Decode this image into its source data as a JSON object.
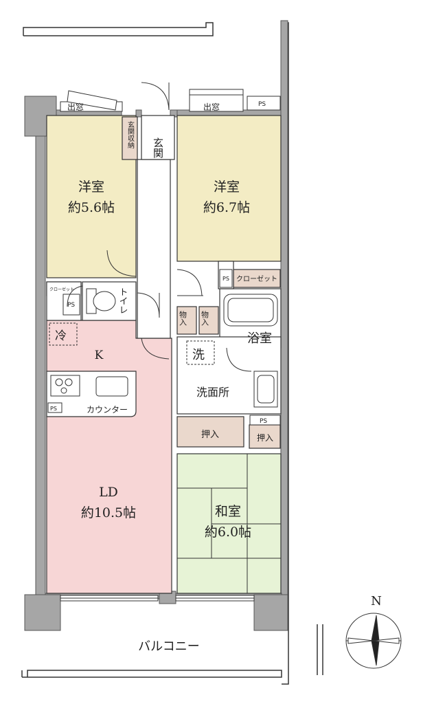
{
  "rooms": {
    "west_bedroom": {
      "name": "洋室",
      "size": "約5.6帖"
    },
    "east_bedroom": {
      "name": "洋室",
      "size": "約6.7帖"
    },
    "ldk": {
      "name": "LD",
      "size": "約10.5帖",
      "kitchen": "K"
    },
    "washitsu": {
      "name": "和室",
      "size": "約6.0帖"
    },
    "bath": {
      "name": "浴室"
    },
    "washroom": {
      "name": "洗面所"
    },
    "toilet": {
      "name": "トイレ"
    },
    "genkan": {
      "name": "玄関"
    },
    "genkan_storage": {
      "name": "玄関収納"
    }
  },
  "labels": {
    "demado": "出窓",
    "ps": "PS",
    "closet": "クローゼット",
    "monoire": "物入",
    "oshiire": "押入",
    "rei": "冷",
    "sen": "洗",
    "counter": "カウンター",
    "balcony": "バルコニー",
    "north": "N"
  },
  "colors": {
    "bedroom": "#f3ecc4",
    "ldk": "#f7d6d6",
    "washitsu": "#e7f3d6",
    "storage": "#ead8cc",
    "wall": "#a6a6a6",
    "line": "#333333"
  }
}
